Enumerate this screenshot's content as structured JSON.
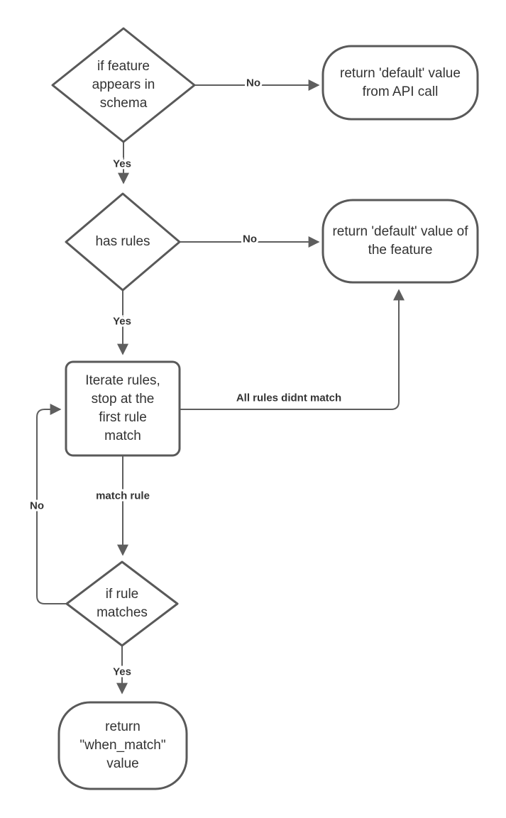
{
  "diagram": {
    "title": "feature rules evaluation flowchart",
    "background_color": "#ffffff",
    "shape_stroke_color": "#595959",
    "line_color": "#5e5e5e",
    "text_color": "#333333",
    "nodes": {
      "check_schema": {
        "type": "decision",
        "label": "if feature appears in schema"
      },
      "return_api_default": {
        "type": "terminator",
        "label": "return 'default' value from API call"
      },
      "has_rules": {
        "type": "decision",
        "label": "has rules"
      },
      "return_feature_default": {
        "type": "terminator",
        "label": "return 'default' value of the feature"
      },
      "iterate_rules": {
        "type": "process",
        "label": "Iterate rules, stop at the first rule match"
      },
      "rule_matches": {
        "type": "decision",
        "label": "if rule matches"
      },
      "return_when_match": {
        "type": "terminator",
        "label": "return \"when_match\" value"
      }
    },
    "edge_labels": {
      "schema_no": "No",
      "schema_yes": "Yes",
      "rules_no": "No",
      "rules_yes": "Yes",
      "all_rules_didnt_match": "All rules didnt match",
      "match_rule": "match rule",
      "rule_no": "No",
      "rule_yes": "Yes"
    }
  }
}
